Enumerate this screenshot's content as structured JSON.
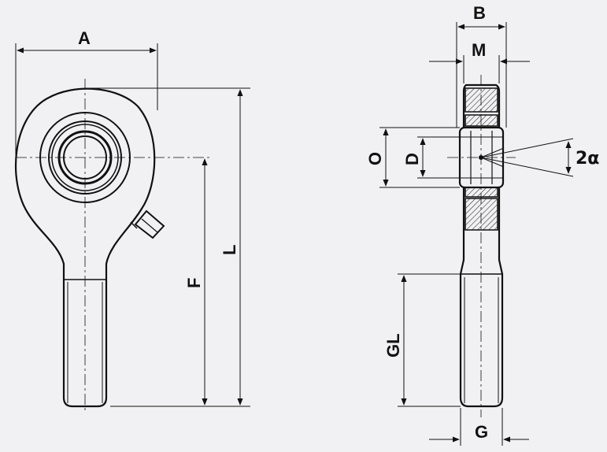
{
  "dimension_labels": {
    "A": "A",
    "B": "B",
    "M": "M",
    "O": "O",
    "D": "D",
    "two_alpha": "2α",
    "L": "L",
    "F": "F",
    "GL": "GL",
    "G": "G"
  },
  "colors": {
    "background": "#f1f1f4",
    "line": "#111111",
    "hatch": "#333333"
  }
}
